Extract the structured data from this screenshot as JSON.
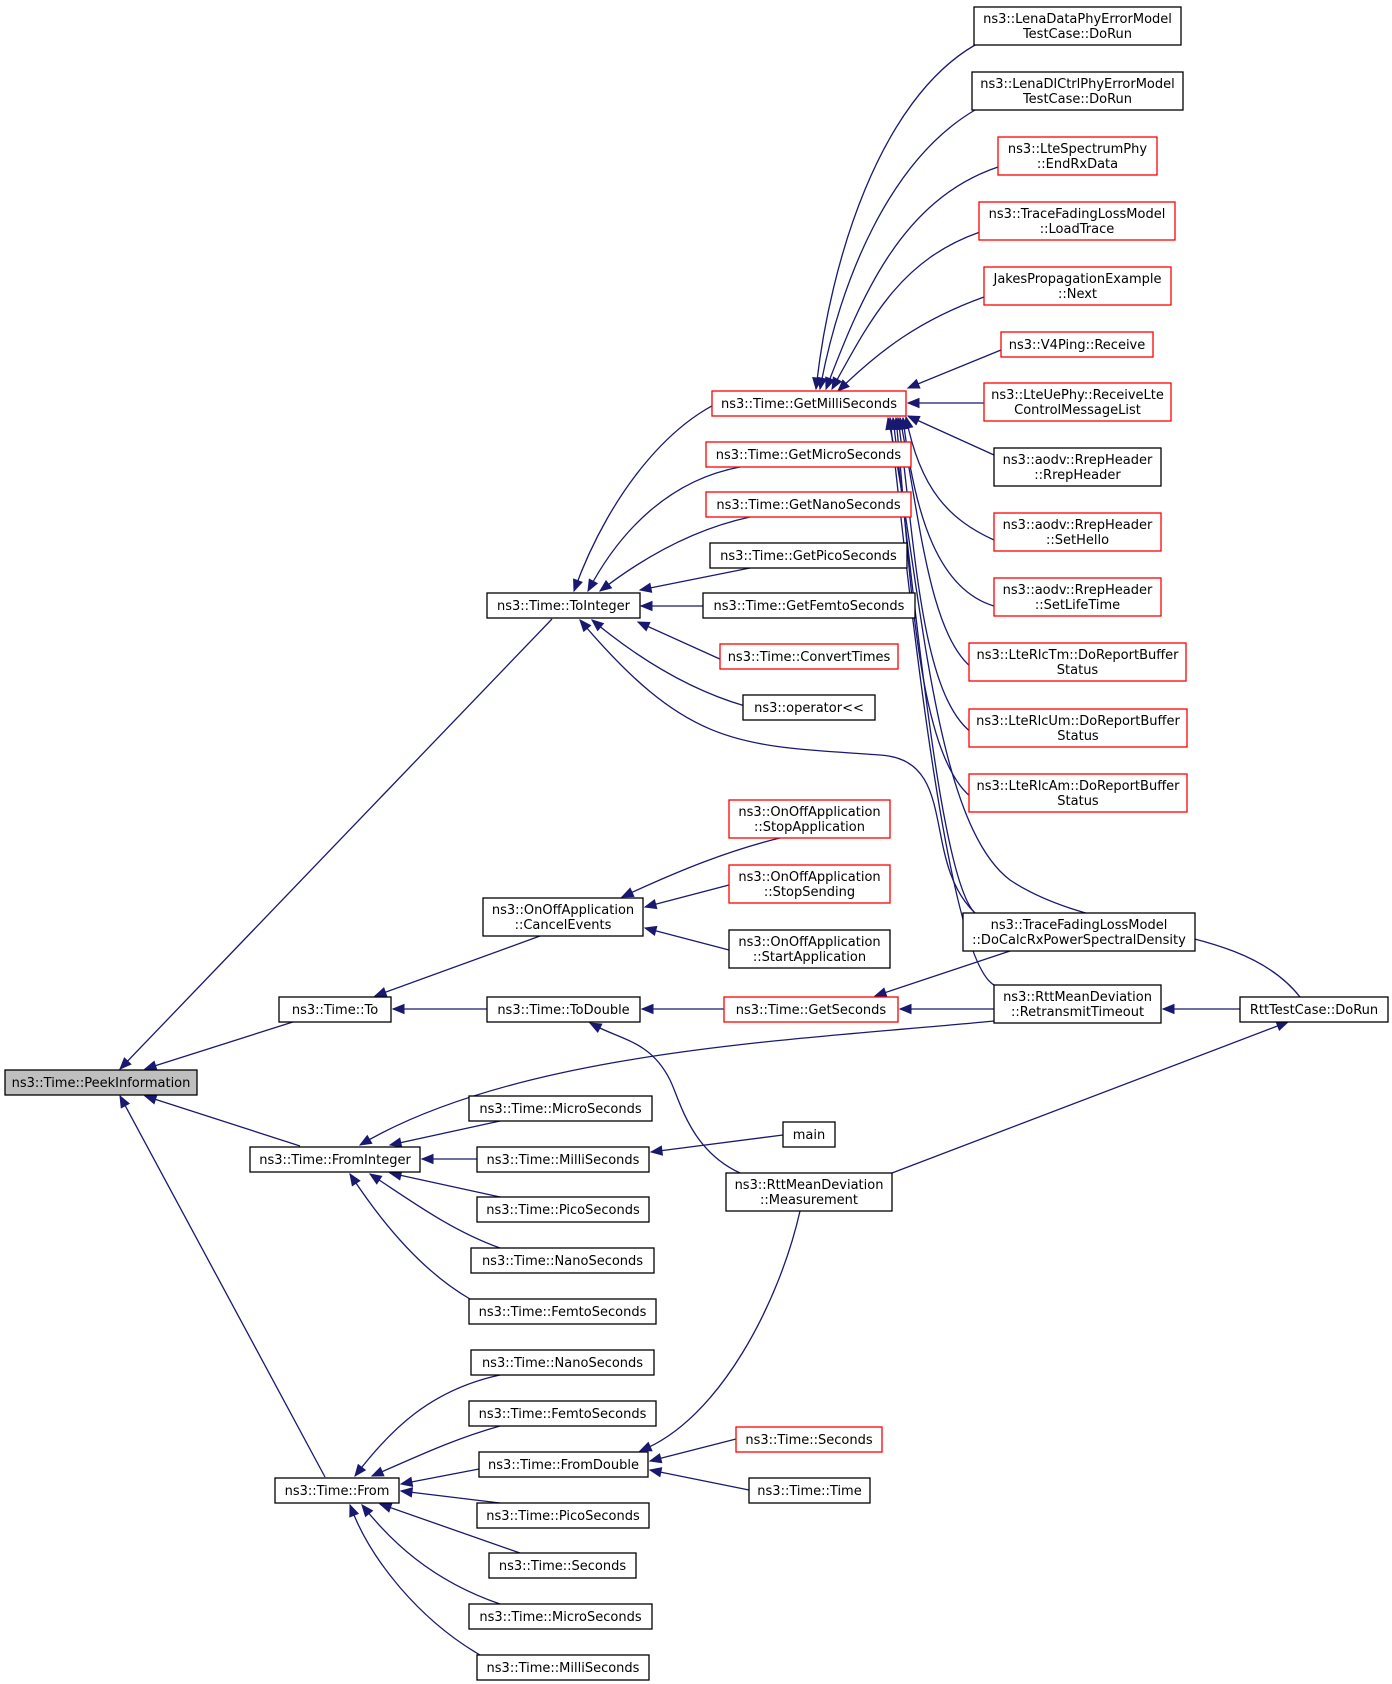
{
  "graph": {
    "edge_color": "#191970",
    "node_border_color": "#000000",
    "highlight_border_color": "#ff0000",
    "root_fill": "#bfbfbf",
    "nodes": [
      {
        "id": "peek",
        "lines": [
          "ns3::Time::PeekInformation"
        ],
        "style": "root"
      },
      {
        "id": "tointeger",
        "lines": [
          "ns3::Time::ToInteger"
        ],
        "style": "normal"
      },
      {
        "id": "to",
        "lines": [
          "ns3::Time::To"
        ],
        "style": "normal"
      },
      {
        "id": "frominteger",
        "lines": [
          "ns3::Time::FromInteger"
        ],
        "style": "normal"
      },
      {
        "id": "from",
        "lines": [
          "ns3::Time::From"
        ],
        "style": "normal"
      },
      {
        "id": "getmilli",
        "lines": [
          "ns3::Time::GetMilliSeconds"
        ],
        "style": "red"
      },
      {
        "id": "getmicro",
        "lines": [
          "ns3::Time::GetMicroSeconds"
        ],
        "style": "red"
      },
      {
        "id": "getnano",
        "lines": [
          "ns3::Time::GetNanoSeconds"
        ],
        "style": "red"
      },
      {
        "id": "getpico",
        "lines": [
          "ns3::Time::GetPicoSeconds"
        ],
        "style": "normal"
      },
      {
        "id": "getfemto",
        "lines": [
          "ns3::Time::GetFemtoSeconds"
        ],
        "style": "normal"
      },
      {
        "id": "convert",
        "lines": [
          "ns3::Time::ConvertTimes"
        ],
        "style": "red"
      },
      {
        "id": "opshift",
        "lines": [
          "ns3::operator<<"
        ],
        "style": "normal"
      },
      {
        "id": "lenadata",
        "lines": [
          "ns3::LenaDataPhyErrorModel",
          "TestCase::DoRun"
        ],
        "style": "normal"
      },
      {
        "id": "lenadlctrl",
        "lines": [
          "ns3::LenaDlCtrlPhyErrorModel",
          "TestCase::DoRun"
        ],
        "style": "normal"
      },
      {
        "id": "ltespectrum",
        "lines": [
          "ns3::LteSpectrumPhy",
          "::EndRxData"
        ],
        "style": "red"
      },
      {
        "id": "tracefadingload",
        "lines": [
          "ns3::TraceFadingLossModel",
          "::LoadTrace"
        ],
        "style": "red"
      },
      {
        "id": "jakes",
        "lines": [
          "JakesPropagationExample",
          "::Next"
        ],
        "style": "red"
      },
      {
        "id": "v4ping",
        "lines": [
          "ns3::V4Ping::Receive"
        ],
        "style": "red"
      },
      {
        "id": "lteuephy",
        "lines": [
          "ns3::LteUePhy::ReceiveLte",
          "ControlMessageList"
        ],
        "style": "red"
      },
      {
        "id": "rrepheader",
        "lines": [
          "ns3::aodv::RrepHeader",
          "::RrepHeader"
        ],
        "style": "normal"
      },
      {
        "id": "sethello",
        "lines": [
          "ns3::aodv::RrepHeader",
          "::SetHello"
        ],
        "style": "red"
      },
      {
        "id": "setlifetime",
        "lines": [
          "ns3::aodv::RrepHeader",
          "::SetLifeTime"
        ],
        "style": "red"
      },
      {
        "id": "rlctm",
        "lines": [
          "ns3::LteRlcTm::DoReportBuffer",
          "Status"
        ],
        "style": "red"
      },
      {
        "id": "rlcum",
        "lines": [
          "ns3::LteRlcUm::DoReportBuffer",
          "Status"
        ],
        "style": "red"
      },
      {
        "id": "rlcam",
        "lines": [
          "ns3::LteRlcAm::DoReportBuffer",
          "Status"
        ],
        "style": "red"
      },
      {
        "id": "cancelevents",
        "lines": [
          "ns3::OnOffApplication",
          "::CancelEvents"
        ],
        "style": "normal"
      },
      {
        "id": "stopapp",
        "lines": [
          "ns3::OnOffApplication",
          "::StopApplication"
        ],
        "style": "red"
      },
      {
        "id": "stopsending",
        "lines": [
          "ns3::OnOffApplication",
          "::StopSending"
        ],
        "style": "red"
      },
      {
        "id": "startapp",
        "lines": [
          "ns3::OnOffApplication",
          "::StartApplication"
        ],
        "style": "normal"
      },
      {
        "id": "docalcrx",
        "lines": [
          "ns3::TraceFadingLossModel",
          "::DoCalcRxPowerSpectralDensity"
        ],
        "style": "normal"
      },
      {
        "id": "todouble",
        "lines": [
          "ns3::Time::ToDouble"
        ],
        "style": "normal"
      },
      {
        "id": "getseconds",
        "lines": [
          "ns3::Time::GetSeconds"
        ],
        "style": "red"
      },
      {
        "id": "retransmit",
        "lines": [
          "ns3::RttMeanDeviation",
          "::RetransmitTimeout"
        ],
        "style": "normal"
      },
      {
        "id": "rtttest",
        "lines": [
          "RttTestCase::DoRun"
        ],
        "style": "normal"
      },
      {
        "id": "fi_micro",
        "lines": [
          "ns3::Time::MicroSeconds"
        ],
        "style": "normal"
      },
      {
        "id": "fi_milli",
        "lines": [
          "ns3::Time::MilliSeconds"
        ],
        "style": "normal"
      },
      {
        "id": "main",
        "lines": [
          "main"
        ],
        "style": "normal"
      },
      {
        "id": "measurement",
        "lines": [
          "ns3::RttMeanDeviation",
          "::Measurement"
        ],
        "style": "normal"
      },
      {
        "id": "fi_pico",
        "lines": [
          "ns3::Time::PicoSeconds"
        ],
        "style": "normal"
      },
      {
        "id": "fi_nano",
        "lines": [
          "ns3::Time::NanoSeconds"
        ],
        "style": "normal"
      },
      {
        "id": "fi_femto",
        "lines": [
          "ns3::Time::FemtoSeconds"
        ],
        "style": "normal"
      },
      {
        "id": "f_nano",
        "lines": [
          "ns3::Time::NanoSeconds"
        ],
        "style": "normal"
      },
      {
        "id": "f_femto",
        "lines": [
          "ns3::Time::FemtoSeconds"
        ],
        "style": "normal"
      },
      {
        "id": "fromdouble",
        "lines": [
          "ns3::Time::FromDouble"
        ],
        "style": "normal"
      },
      {
        "id": "seconds_red",
        "lines": [
          "ns3::Time::Seconds"
        ],
        "style": "red"
      },
      {
        "id": "time_ctor",
        "lines": [
          "ns3::Time::Time"
        ],
        "style": "normal"
      },
      {
        "id": "f_pico",
        "lines": [
          "ns3::Time::PicoSeconds"
        ],
        "style": "normal"
      },
      {
        "id": "f_seconds",
        "lines": [
          "ns3::Time::Seconds"
        ],
        "style": "normal"
      },
      {
        "id": "f_micro",
        "lines": [
          "ns3::Time::MicroSeconds"
        ],
        "style": "normal"
      },
      {
        "id": "f_milli",
        "lines": [
          "ns3::Time::MilliSeconds"
        ],
        "style": "normal"
      }
    ]
  }
}
